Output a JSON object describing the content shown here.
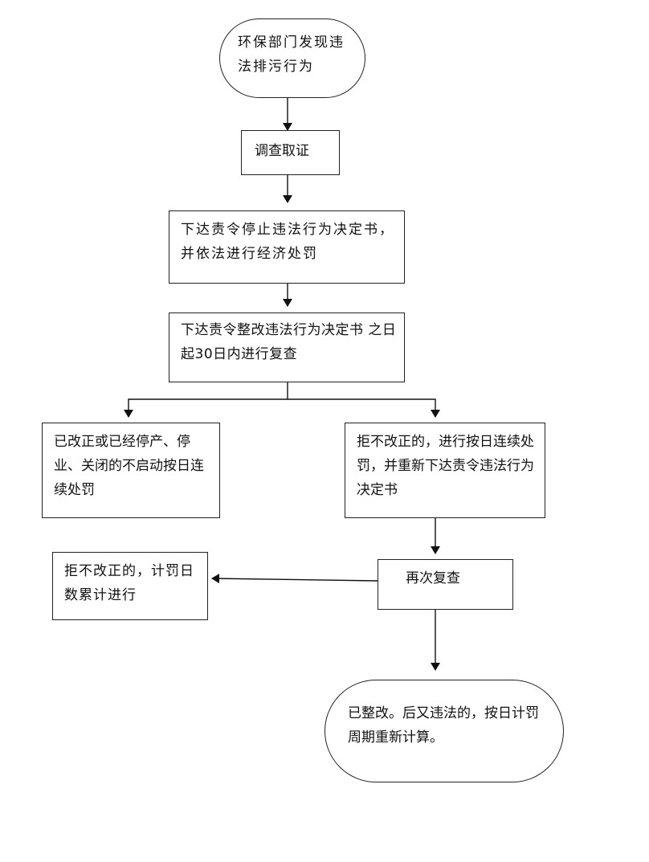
{
  "nodes": {
    "start": "环保部门发现违法排污行为",
    "investigate": "调查取证",
    "order_stop": "下达责令停止违法行为决定书，并依法进行经济处罚",
    "order_rectify": "下达责令整改违法行为决定书 之日起30日内进行复查",
    "corrected": "已改正或已经停产、停业、关闭的不启动按日连续处罚",
    "refused": "拒不改正的，进行按日连续处罚，并重新下达责令违法行为决定书",
    "recheck": "再次复查",
    "refused_again": "拒不改正的，计罚日数累计进行",
    "end": "已整改。后又违法的，按日计罚周期重新计算。"
  }
}
